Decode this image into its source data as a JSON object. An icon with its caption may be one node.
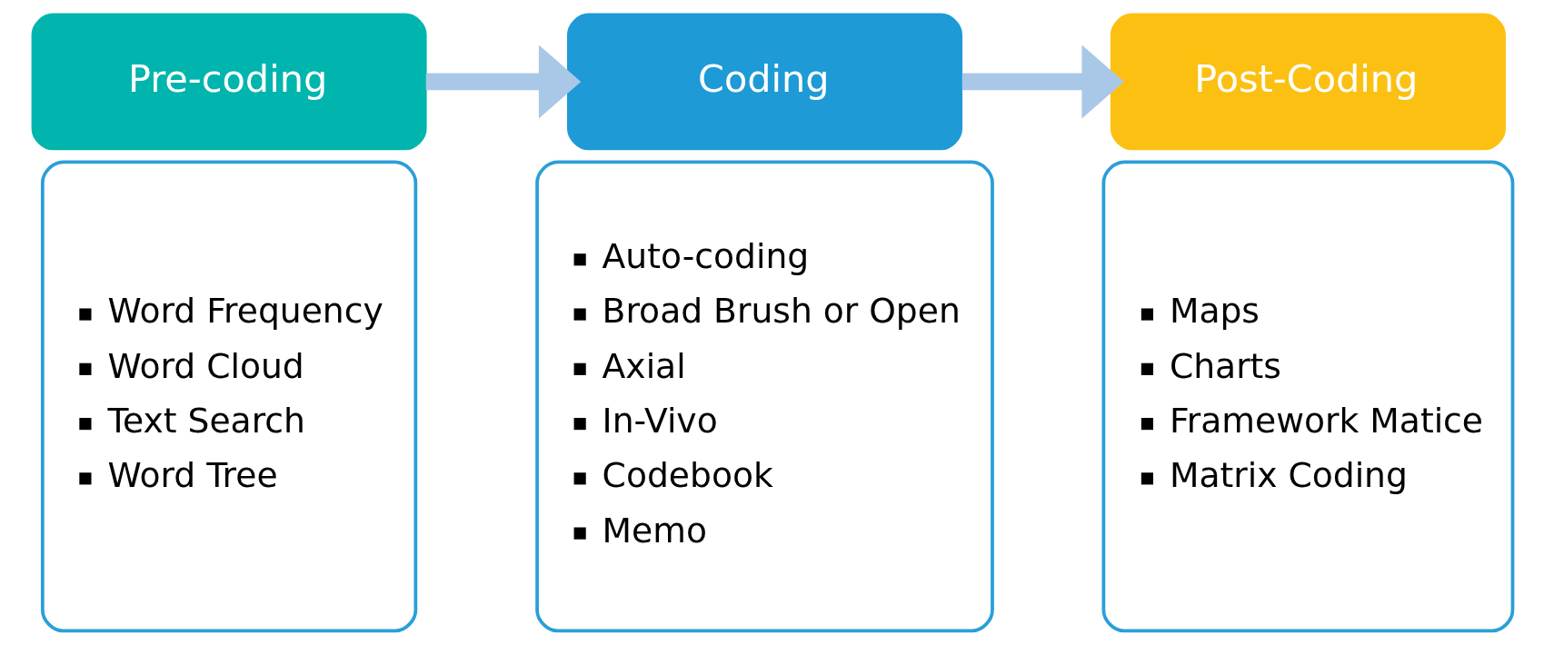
{
  "diagram": {
    "nodes": [
      {
        "text": [
          "Pre-coding"
        ]
      },
      {
        "text": [
          "Word Frequency",
          "Word Cloud",
          "Text Search",
          "Word Tree"
        ]
      },
      {
        "text": [
          "Coding"
        ]
      },
      {
        "text": [
          "Auto-coding",
          "Broad Brush or Open",
          "Axial",
          "In-Vivo",
          "Codebook",
          "Memo"
        ]
      },
      {
        "text": [
          "Post-Coding"
        ]
      },
      {
        "text": [
          "Maps",
          "Charts",
          "Framework Matice",
          "Matrix Coding"
        ]
      }
    ],
    "edges": [
      {
        "from": 0,
        "to": 2,
        "arrow": "to"
      },
      {
        "from": 2,
        "to": 4,
        "arrow": "to"
      }
    ]
  }
}
